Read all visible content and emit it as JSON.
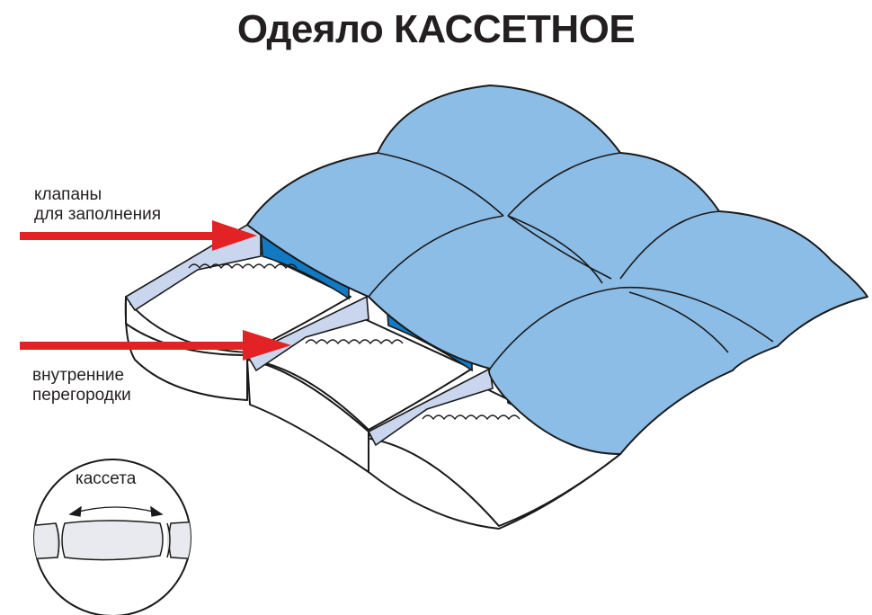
{
  "title": "Одеяло КАССЕТНОЕ",
  "labels": {
    "valves_line1": "клапаны",
    "valves_line2": "для заполнения",
    "walls_line1": "внутренние",
    "walls_line2": "перегородки",
    "cassette": "кассета"
  },
  "colors": {
    "quilt_top": "#8cbde6",
    "quilt_side": "#1279c3",
    "valve_fill": "#c9d6ee",
    "arrow": "#e32226",
    "outline": "#1a1a1a"
  },
  "icons": {
    "arrow_top": "red-arrow",
    "arrow_bottom": "red-arrow",
    "double_arrow": "double-headed-arrow"
  }
}
